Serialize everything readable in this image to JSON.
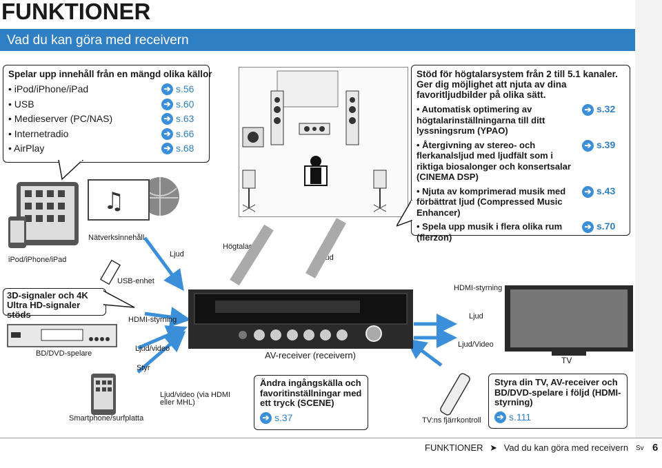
{
  "heading": "FUNKTIONER",
  "banner": "Vad du kan göra med receivern",
  "sources": {
    "title": "Spelar upp innehåll från en mängd olika källor",
    "items": [
      {
        "label": "• iPod/iPhone/iPad",
        "ref": "s.56"
      },
      {
        "label": "• USB",
        "ref": "s.60"
      },
      {
        "label": "• Medieserver (PC/NAS)",
        "ref": "s.63"
      },
      {
        "label": "• Internetradio",
        "ref": "s.66"
      },
      {
        "label": "• AirPlay",
        "ref": "s.68"
      }
    ]
  },
  "speakers": {
    "title": "Stöd för högtalarsystem från 2 till 5.1 kanaler. Ger dig möjlighet att njuta av dina favoritljudbilder på olika sätt.",
    "items": [
      {
        "label": "• Automatisk optimering av högtalarinställningarna till ditt lyssningsrum (YPAO)",
        "ref": "s.32"
      },
      {
        "label": "• Återgivning av stereo- och flerkanalsljud med ljudfält som i riktiga biosalonger och konsertsalar (CINEMA DSP)",
        "ref": "s.39"
      },
      {
        "label": "• Njuta av komprimerad musik med förbättrat ljud (Compressed Music Enhancer)",
        "ref": "s.43"
      },
      {
        "label": "• Spela upp musik i flera olika rum (flerzon)",
        "ref": "s.70"
      }
    ]
  },
  "labels": {
    "ipod": "iPod/iPhone/iPad",
    "network": "Nätverksinnehåll",
    "ljud1": "Ljud",
    "speakers": "Högtalare",
    "ljud2": "Ljud",
    "usb": "USB-enhet",
    "hdmi_ctrl_left": "HDMI-styrning",
    "hdmi_ctrl_right": "HDMI-styrning",
    "ljud3": "Ljud",
    "signals": "3D-signaler och 4K Ultra HD-signaler stöds",
    "bd": "BD/DVD-spelare",
    "ljudvideo_left": "Ljud/video",
    "ljudvideo_right": "Ljud/Video",
    "styr": "Styr",
    "avr": "AV-receiver (receivern)",
    "tv": "TV",
    "ljudvideo_mhl": "Ljud/video (via HDMI eller MHL)",
    "smartphone": "Smartphone/surfplatta",
    "remote": "TV:ns fjärrkontroll"
  },
  "scene": {
    "text": "Ändra ingångskälla och favoritinställningar med ett tryck (SCENE)",
    "ref": "s.37"
  },
  "tvctrl": {
    "text": "Styra din TV, AV-receiver och BD/DVD-spelare i följd (HDMI-styrning)",
    "ref": "s.111"
  },
  "footer": {
    "section": "FUNKTIONER",
    "sep": "➤",
    "page_title": "Vad du kan göra med receivern",
    "lang": "Sv",
    "page": "6"
  }
}
